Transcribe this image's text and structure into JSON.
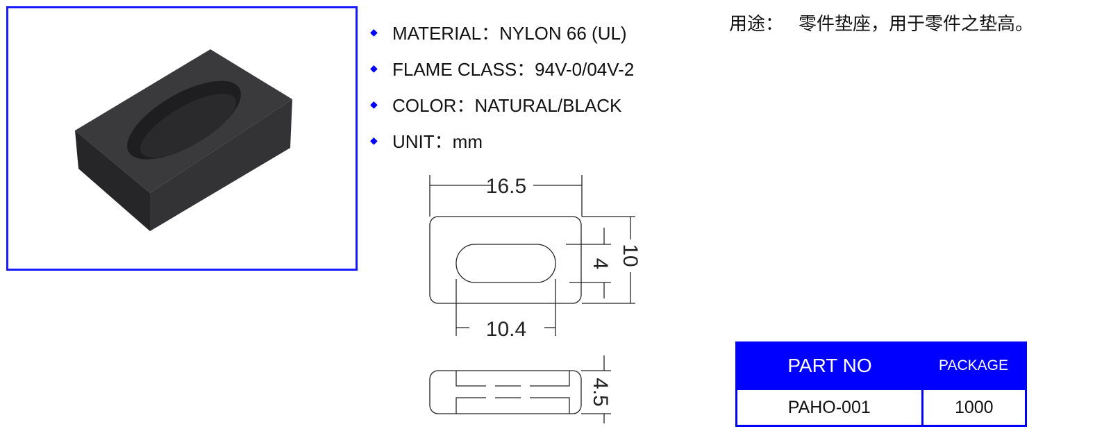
{
  "specs": [
    {
      "label": "MATERIAL：NYLON 66 (UL)"
    },
    {
      "label": "FLAME CLASS：94V-0/04V-2"
    },
    {
      "label": "COLOR：NATURAL/BLACK"
    },
    {
      "label": "UNIT：mm"
    }
  ],
  "usage": {
    "label": "用途：",
    "text": "零件垫座，用于零件之垫高。"
  },
  "dimensions": {
    "length": "16.5",
    "width": "10",
    "slot_width": "4",
    "slot_length": "10.4",
    "height": "4.5"
  },
  "table": {
    "headers": [
      "PART NO",
      "PACKAGE"
    ],
    "rows": [
      [
        "PAHO-001",
        "1000"
      ]
    ]
  },
  "colors": {
    "accent": "#0000ff",
    "product": "#2e2e30"
  }
}
